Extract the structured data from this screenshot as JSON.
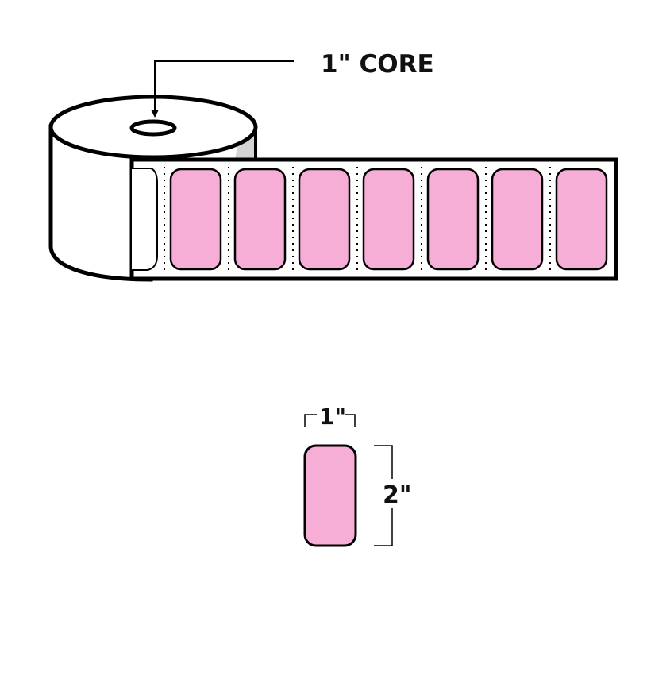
{
  "core_label": "1\" CORE",
  "width_label": "1\"",
  "height_label": "2\"",
  "label_count": 7,
  "colors": {
    "label_fill": "#f6add6",
    "outline": "#000000",
    "core_shadow": "#d4d4d4",
    "background": "#ffffff"
  },
  "icons": [
    "label-roll-icon",
    "label-icon"
  ]
}
